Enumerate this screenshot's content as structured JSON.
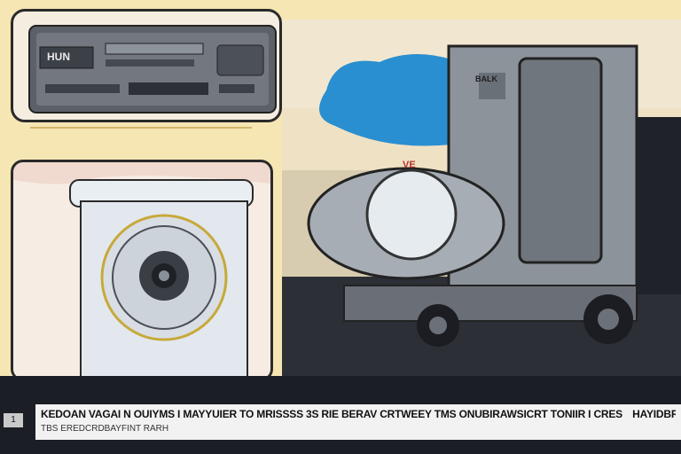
{
  "caption": {
    "line1": "KEDOAN VAGAI N OUIYMS I MAYYUIER TO MRISSSS 3S RIE BERAV CRTWEEY TMS ONUBIRAWSICRT TONIIR I CRES",
    "line1_tail": "HAYIDBRMAKHO",
    "line2": "TBS EREDCRDBAYFINT RARH",
    "page_number": "1"
  },
  "machine_label": "HUN",
  "tank_label": "VE",
  "unit_badge": "BALK",
  "colors": {
    "background": "#f6e6b4",
    "bottom_bar": "#1b1e25",
    "caption_strip": "#f2f2f2",
    "cloud": "#2a8fd0",
    "panel_border": "#2a2a2a"
  },
  "icons": [
    "control-panel-icon",
    "dial-icon",
    "tank-icon",
    "cabinet-icon",
    "wheel-icon"
  ]
}
